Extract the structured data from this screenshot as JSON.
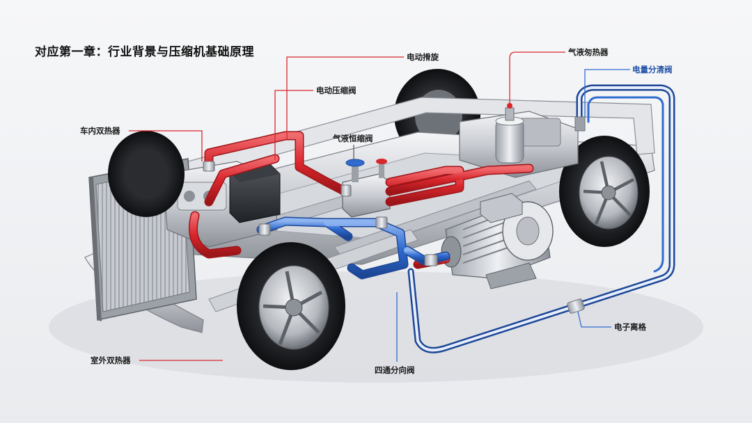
{
  "title": "对应第一章：行业背景与压缩机基础原理",
  "labels": {
    "electric_winding": "电动搰旋",
    "electric_compressor": "电动压缩阀",
    "cabin_heat_exchanger": "车内双热器",
    "gas_liquid_valve": "气液恒缩阀",
    "gas_liquid_heater": "气液匆热器",
    "electric_distribution_valve": "电量分清阀",
    "electronic_separator": "电子离格",
    "outdoor_heat_exchanger": "室外双热器",
    "four_way_valve": "四通分向阀"
  },
  "colors": {
    "hot_pipe": "#d8262c",
    "cold_pipe": "#2f6bd0",
    "label_dark": "#1a1a1a",
    "label_blue": "#1d4fa6",
    "leader_red": "#d8262c"
  }
}
